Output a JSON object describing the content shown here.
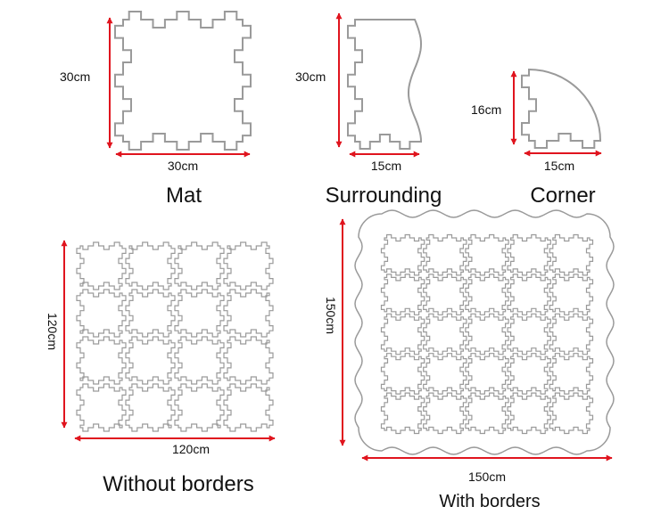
{
  "colors": {
    "outline": "#9a9a9a",
    "dimension_line": "#e0141e",
    "text": "#111111",
    "background": "#ffffff"
  },
  "pieces": {
    "mat": {
      "caption": "Mat",
      "width_label": "30cm",
      "height_label": "30cm"
    },
    "surrounding": {
      "caption": "Surrounding",
      "width_label": "15cm",
      "height_label": "30cm"
    },
    "corner": {
      "caption": "Corner",
      "width_label": "15cm",
      "height_label": "16cm"
    }
  },
  "assemblies": {
    "without_borders": {
      "caption": "Without borders",
      "width_label": "120cm",
      "height_label": "120cm",
      "grid": [
        4,
        4
      ]
    },
    "with_borders": {
      "caption": "With borders",
      "width_label": "150cm",
      "height_label": "150cm",
      "grid": [
        5,
        5
      ]
    }
  }
}
